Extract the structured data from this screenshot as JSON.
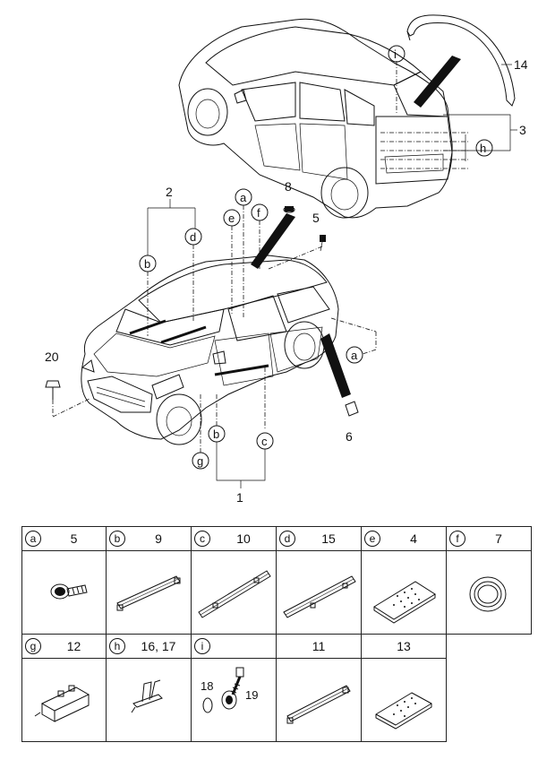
{
  "callouts": {
    "c1": "1",
    "c2": "2",
    "c3": "3",
    "c5": "5",
    "c6": "6",
    "c8": "8",
    "c14": "14",
    "c20": "20"
  },
  "circle_letters": {
    "a_top": "a",
    "a_right": "a",
    "b_left": "b",
    "b_bottom": "b",
    "c_bottom": "c",
    "d": "d",
    "e": "e",
    "f": "f",
    "g": "g",
    "h": "h",
    "i": "i"
  },
  "parts_table": {
    "row1": [
      {
        "letter": "a",
        "number": "5",
        "part": "bolt"
      },
      {
        "letter": "b",
        "number": "9",
        "part": "weatherstrip"
      },
      {
        "letter": "c",
        "number": "10",
        "part": "weatherstrip"
      },
      {
        "letter": "d",
        "number": "15",
        "part": "weatherstrip"
      },
      {
        "letter": "e",
        "number": "4",
        "part": "pad"
      },
      {
        "letter": "f",
        "number": "7",
        "part": "grommet"
      }
    ],
    "row2": [
      {
        "letter": "g",
        "number": "12",
        "part": "bracket"
      },
      {
        "letter": "h",
        "number": "16, 17",
        "part": "clip"
      },
      {
        "letter": "i",
        "number": "",
        "part": "grommet-set",
        "sub_labels": [
          "18",
          "19"
        ]
      },
      {
        "letter": "",
        "number": "11",
        "part": "weatherstrip"
      },
      {
        "letter": "",
        "number": "13",
        "part": "pad"
      }
    ]
  }
}
